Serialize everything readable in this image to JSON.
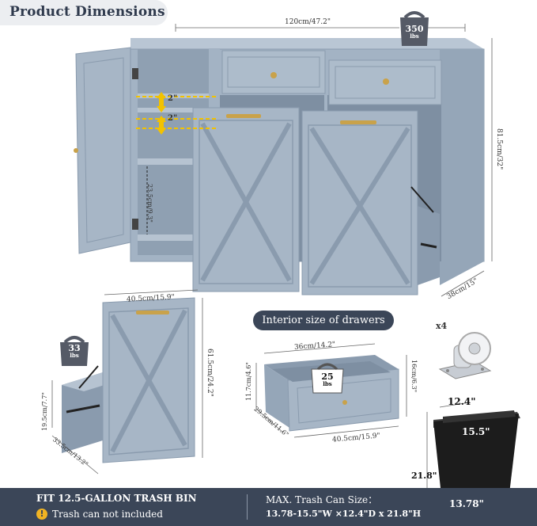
{
  "header": {
    "title": "Product Dimensions"
  },
  "main_cabinet": {
    "width": "120cm/47.2\"",
    "height": "81.5cm/32\"",
    "depth": "38cm/15\"",
    "shelf_gap_top": "2\"",
    "shelf_gap_bottom": "2\"",
    "shelf_height": "23.5cm/9.3\"",
    "weight_value": "350",
    "weight_unit": "lbs"
  },
  "tilt_bin": {
    "width": "40.5cm/15.9\"",
    "height": "61.5cm/24.2\"",
    "inner_height": "19.5cm/7.7\"",
    "depth": "33.5cm/13.2\"",
    "weight_value": "33",
    "weight_unit": "lbs"
  },
  "drawer": {
    "section_label": "Interior size of drawers",
    "inner_width": "36cm/14.2\"",
    "inner_height": "11.7cm/4.6\"",
    "inner_depth": "29.5cm/11.6\"",
    "outer_width": "40.5cm/15.9\"",
    "outer_height": "16cm/6.3\"",
    "weight_value": "25",
    "weight_unit": "lbs"
  },
  "casters": {
    "quantity": "x4"
  },
  "trash_can": {
    "top_depth": "12.4\"",
    "top_width": "15.5\"",
    "height": "21.8\"",
    "bottom_width": "13.78\""
  },
  "footer": {
    "fit_label": "FIT 12.5-GALLON TRASH BIN",
    "warning_icon": "!",
    "warning_text": "Trash can not included",
    "size_label": "MAX. Trash Can Size：",
    "size_value": "13.78-15.5\"W ×12.4\"D x 21.8\"H"
  },
  "colors": {
    "cabinet": "#a3b3c4",
    "cabinet_dark": "#8a9bae",
    "accent": "#3b4658",
    "handle": "#c9a24a"
  }
}
